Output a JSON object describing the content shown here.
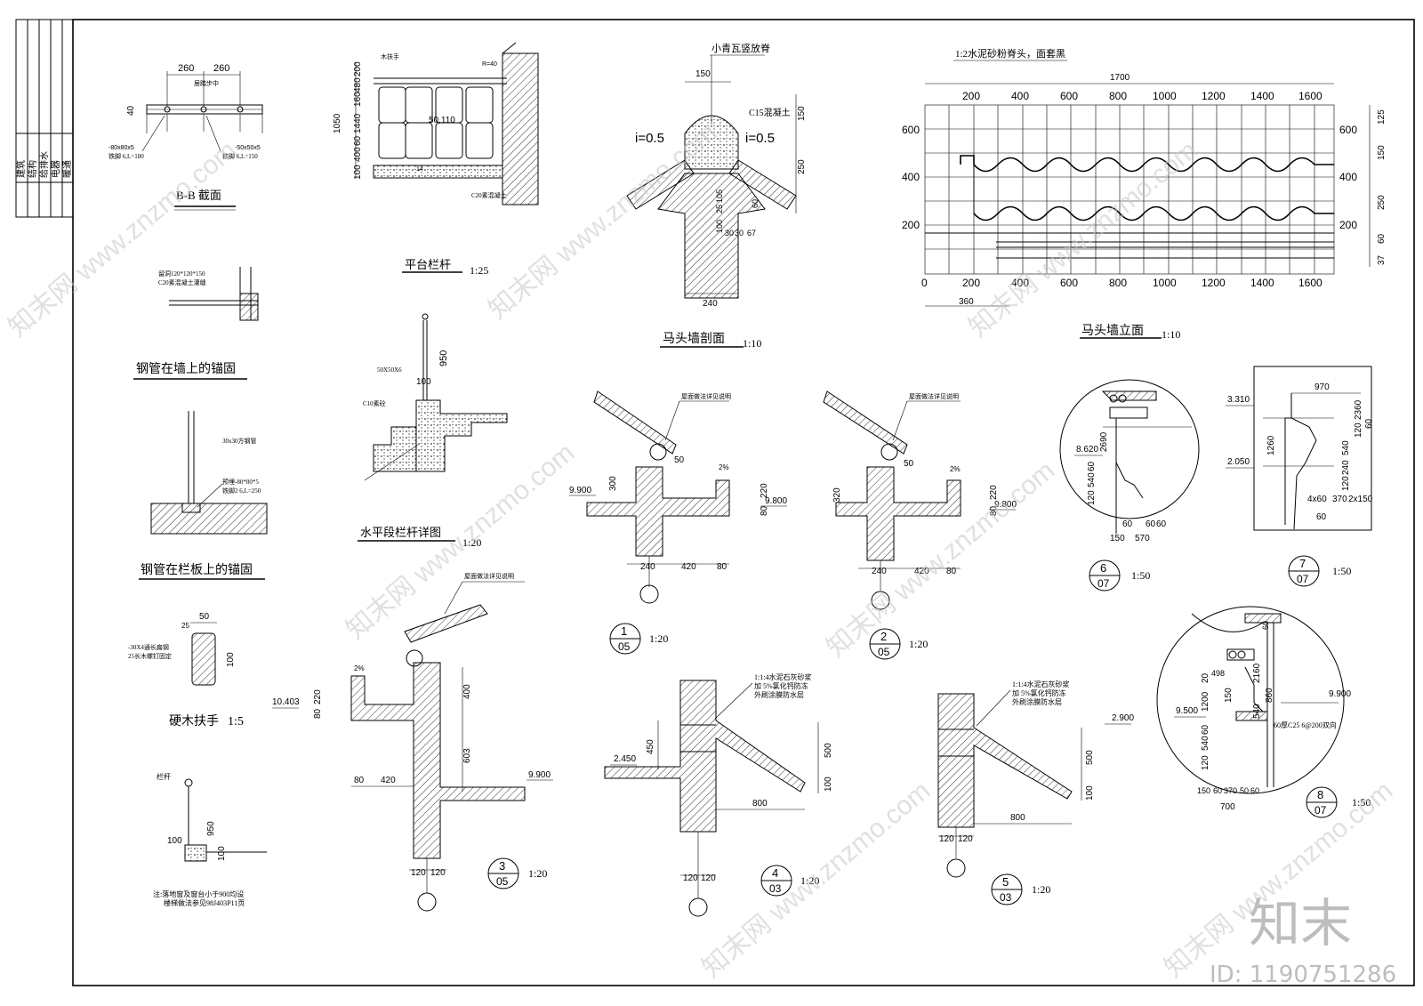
{
  "title_block": {
    "col_labels": [
      "建筑",
      "结构",
      "给排水",
      "电器",
      "暖通"
    ]
  },
  "details": {
    "bb_section": {
      "title": "B-B 截面",
      "dims": [
        "260",
        "260",
        "40"
      ],
      "center_label": "居踏步中",
      "notes": [
        "-80x80x5",
        "铁脚 6,L=180",
        "-50x50x5",
        "铁脚 6,L=150"
      ]
    },
    "platform_railing": {
      "title": "平台栏杆",
      "scale": "1:25",
      "labels": [
        "木扶手",
        "R=40",
        "50,110",
        "14",
        "C20素混凝土"
      ],
      "dims": [
        "1050",
        "100",
        "400",
        "60",
        "1440",
        "160",
        "480",
        "200"
      ]
    },
    "pipe_wall": {
      "title": "钢管在墙上的锚固",
      "notes": [
        "留洞120*120*150",
        "C20素混凝土灌缝"
      ]
    },
    "pipe_slab": {
      "title": "钢管在栏板上的锚固",
      "notes": [
        "30x30方钢管",
        "预埋-80*80*5",
        "铁脚2 6,L=250"
      ]
    },
    "hardwood_rail": {
      "title": "硬木扶手",
      "scale": "1:5",
      "notes": [
        "-30X4通长扁钢",
        "25长木螺钉固定"
      ],
      "dims": [
        "50",
        "100",
        "25"
      ]
    },
    "rail_note": {
      "labels": [
        "栏杆",
        "950",
        "100",
        "100"
      ],
      "note_lines": [
        "注:落地窗及窗台小于900均设",
        "楼梯做法参见98J403P11页"
      ]
    },
    "horizontal_rail": {
      "title": "水平段栏杆详图",
      "scale": "1:20",
      "labels": [
        "50X50X6",
        "100",
        "950",
        "C10素砼"
      ]
    },
    "horse_head_section": {
      "title": "马头墙剖面",
      "scale": "1:10",
      "labels": [
        "小青瓦竖放脊",
        "150",
        "C15混凝土",
        "i=0.5",
        "i=0.5",
        "150",
        "250",
        "240",
        "30",
        "30",
        "67",
        "60",
        "100",
        "25",
        "105"
      ]
    },
    "horse_head_elev": {
      "title": "马头墙立面",
      "scale": "1:10",
      "note": "1:2水泥砂粉脊头，面套黑",
      "total": "1700",
      "top_ticks": [
        "200",
        "400",
        "600",
        "800",
        "1000",
        "1200",
        "1400",
        "1600"
      ],
      "bottom_ticks": [
        "0",
        "200",
        "400",
        "600",
        "800",
        "1000",
        "1200",
        "1400",
        "1600"
      ],
      "left_ticks": [
        "600",
        "400",
        "200"
      ],
      "right_ticks": [
        "600",
        "400",
        "200"
      ],
      "right_dims": [
        "125",
        "150",
        "250",
        "60",
        "37"
      ],
      "bottom_dim": "360"
    },
    "d1": {
      "num": "1",
      "sheet": "05",
      "scale": "1:20",
      "note": "屋面做法详见说明",
      "levels": [
        "9.900",
        "9.800"
      ],
      "dims": [
        "300",
        "50",
        "2%",
        "220",
        "80",
        "240",
        "420",
        "80"
      ]
    },
    "d2": {
      "num": "2",
      "sheet": "05",
      "scale": "1:20",
      "note": "屋面做法详见说明",
      "levels": [
        "9.800"
      ],
      "dims": [
        "320",
        "50",
        "2%",
        "220",
        "80",
        "240",
        "420",
        "80"
      ]
    },
    "d3": {
      "num": "3",
      "sheet": "05",
      "scale": "1:20",
      "note": "屋面做法详见说明",
      "levels": [
        "10.403",
        "9.900"
      ],
      "dims": [
        "2%",
        "220",
        "80",
        "400",
        "603",
        "80",
        "420",
        "120",
        "120"
      ]
    },
    "d4": {
      "num": "4",
      "sheet": "03",
      "scale": "1:20",
      "notes": [
        "1:1:4水泥石灰砂浆",
        "加 5%氯化钙防冻",
        "外刷涂膜防水层"
      ],
      "levels": [
        "2.450"
      ],
      "dims": [
        "450",
        "500",
        "100",
        "800",
        "120",
        "120"
      ]
    },
    "d5": {
      "num": "5",
      "sheet": "03",
      "scale": "1:20",
      "notes": [
        "1:1:4水泥石灰砂浆",
        "加 5%氯化钙防冻",
        "外刷涂膜防水层"
      ],
      "levels": [
        "2.900"
      ],
      "dims": [
        "500",
        "100",
        "800",
        "120",
        "120"
      ]
    },
    "d6": {
      "num": "6",
      "sheet": "07",
      "scale": "1:50",
      "levels": [
        "8.620"
      ],
      "dims": [
        "2690",
        "120",
        "540",
        "60",
        "60",
        "60",
        "60",
        "150",
        "570"
      ]
    },
    "d7": {
      "num": "7",
      "sheet": "07",
      "scale": "1:50",
      "levels": [
        "3.310",
        "2.050"
      ],
      "dims": [
        "970",
        "1260",
        "2360",
        "120",
        "60",
        "540",
        "240",
        "120",
        "4x60",
        "370",
        "2x150",
        "60"
      ]
    },
    "d8": {
      "num": "8",
      "sheet": "07",
      "scale": "1:50",
      "levels": [
        "9.900",
        "9.500"
      ],
      "note": "60厚C25 6@200双向",
      "dims": [
        "60",
        "1200",
        "150",
        "540",
        "20",
        "2160",
        "860",
        "120",
        "540",
        "60",
        "150",
        "60",
        "370",
        "50",
        "60",
        "700",
        "498"
      ]
    }
  },
  "watermarks": {
    "site": "知末网 www.znzmo.com",
    "brand": "知末",
    "id": "ID: 1190751286"
  }
}
